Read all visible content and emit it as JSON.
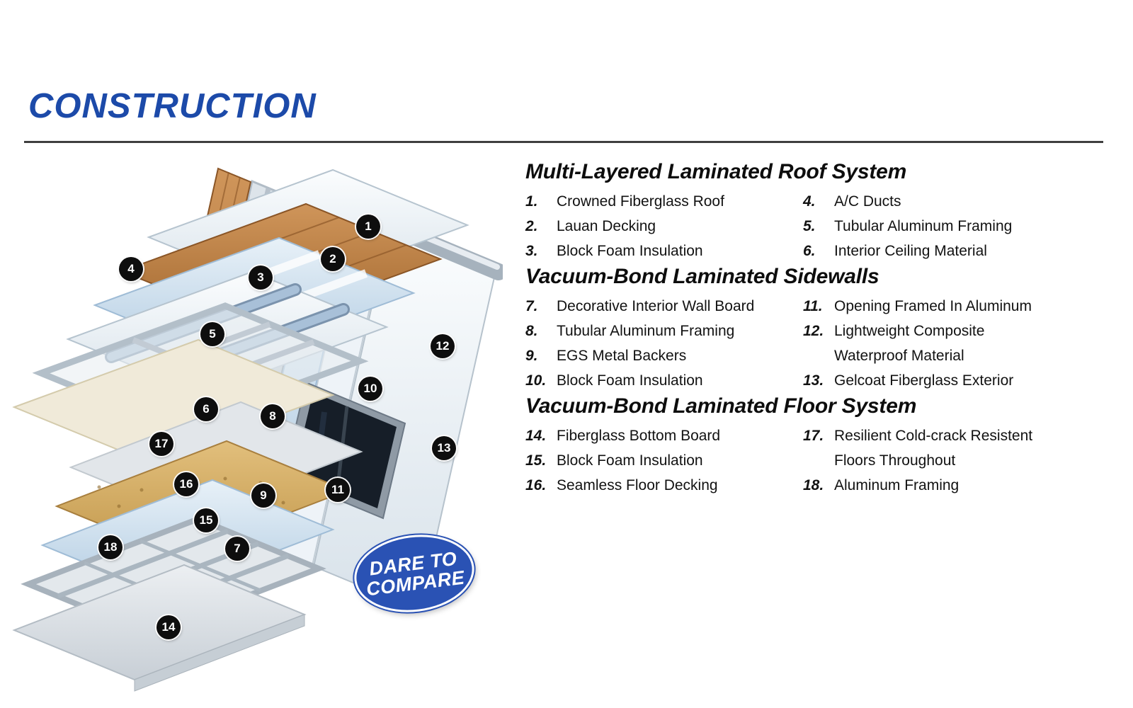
{
  "page": {
    "title": "CONSTRUCTION"
  },
  "sections": [
    {
      "heading": "Multi-Layered Laminated Roof System",
      "col1": [
        {
          "num": "1.",
          "label": "Crowned Fiberglass Roof"
        },
        {
          "num": "2.",
          "label": "Lauan Decking"
        },
        {
          "num": "3.",
          "label": "Block Foam Insulation"
        }
      ],
      "col2": [
        {
          "num": "4.",
          "label": "A/C Ducts"
        },
        {
          "num": "5.",
          "label": "Tubular Aluminum Framing"
        },
        {
          "num": "6.",
          "label": "Interior Ceiling Material"
        }
      ]
    },
    {
      "heading": "Vacuum-Bond Laminated Sidewalls",
      "col1": [
        {
          "num": "7.",
          "label": "Decorative Interior Wall Board"
        },
        {
          "num": "8.",
          "label": "Tubular Aluminum Framing"
        },
        {
          "num": "9.",
          "label": "EGS Metal Backers"
        },
        {
          "num": "10.",
          "label": "Block Foam Insulation"
        }
      ],
      "col2": [
        {
          "num": "11.",
          "label": "Opening Framed In Aluminum"
        },
        {
          "num": "12.",
          "label": "Lightweight Composite Waterproof Material"
        },
        {
          "num": "13.",
          "label": "Gelcoat Fiberglass Exterior"
        }
      ]
    },
    {
      "heading": "Vacuum-Bond Laminated Floor System",
      "col1": [
        {
          "num": "14.",
          "label": "Fiberglass Bottom Board"
        },
        {
          "num": "15.",
          "label": "Block Foam Insulation"
        },
        {
          "num": "16.",
          "label": "Seamless Floor Decking"
        }
      ],
      "col2": [
        {
          "num": "17.",
          "label": "Resilient Cold-crack Resistent Floors Throughout"
        },
        {
          "num": "18.",
          "label": "Aluminum Framing"
        }
      ]
    }
  ],
  "badge": {
    "line1": "DARE TO",
    "line2": "COMPARE"
  },
  "markers": [
    "1",
    "2",
    "3",
    "4",
    "5",
    "6",
    "7",
    "8",
    "9",
    "10",
    "11",
    "12",
    "13",
    "14",
    "15",
    "16",
    "17",
    "18"
  ],
  "colors": {
    "title_blue": "#1c4aa9",
    "badge_blue": "#2a52b4",
    "marker_black": "#0e0e0e",
    "wood": "#bf8148",
    "foam_blue": "#c5daeb"
  }
}
